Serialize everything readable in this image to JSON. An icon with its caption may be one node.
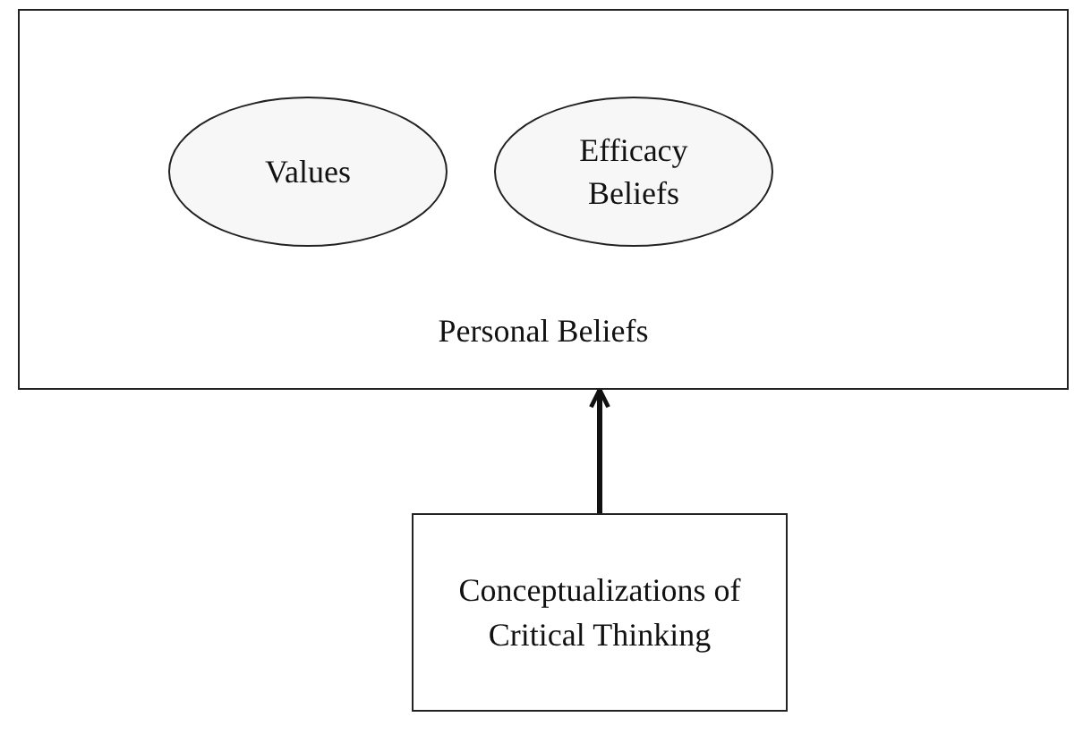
{
  "diagram": {
    "nodes": [
      {
        "text": [
          "Personal Beliefs"
        ]
      },
      {
        "text": [
          "Values"
        ],
        "in": 0
      },
      {
        "text": [
          "Efficacy Beliefs"
        ],
        "in": 0
      },
      {
        "text": [
          "Conceptualizations of Critical Thinking"
        ]
      }
    ],
    "edges": [
      {
        "from": 3,
        "to": 0,
        "arrow": "to"
      }
    ]
  }
}
